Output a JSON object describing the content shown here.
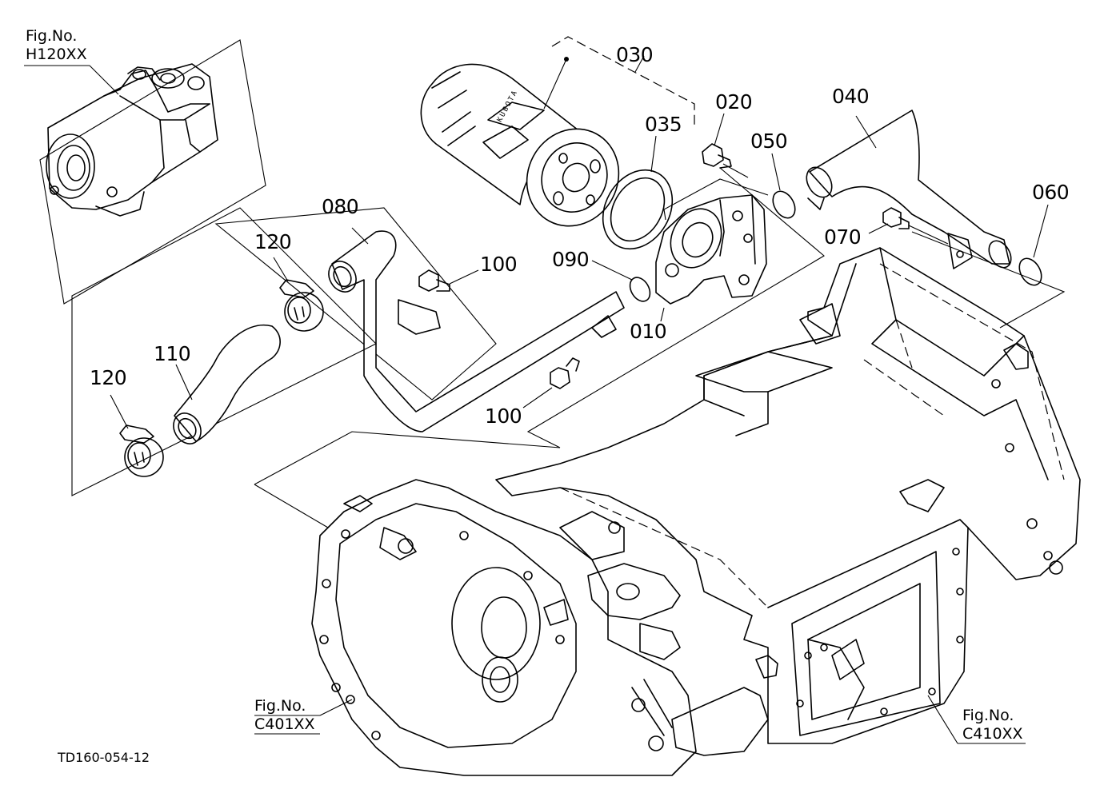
{
  "labels": {
    "p010": "010",
    "p020": "020",
    "p030": "030",
    "p035": "035",
    "p040": "040",
    "p050": "050",
    "p060": "060",
    "p070": "070",
    "p080": "080",
    "p090": "090",
    "p100a": "100",
    "p100b": "100",
    "p110": "110",
    "p120a": "120",
    "p120b": "120"
  },
  "figure_refs": {
    "h120": {
      "prefix": "Fig.No.",
      "number": "H120XX"
    },
    "c401": {
      "prefix": "Fig.No.",
      "number": "C401XX"
    },
    "c410": {
      "prefix": "Fig.No.",
      "number": "C410XX"
    }
  },
  "drawing_code": "TD160-054-12",
  "filter_marking": "KUBOTA"
}
